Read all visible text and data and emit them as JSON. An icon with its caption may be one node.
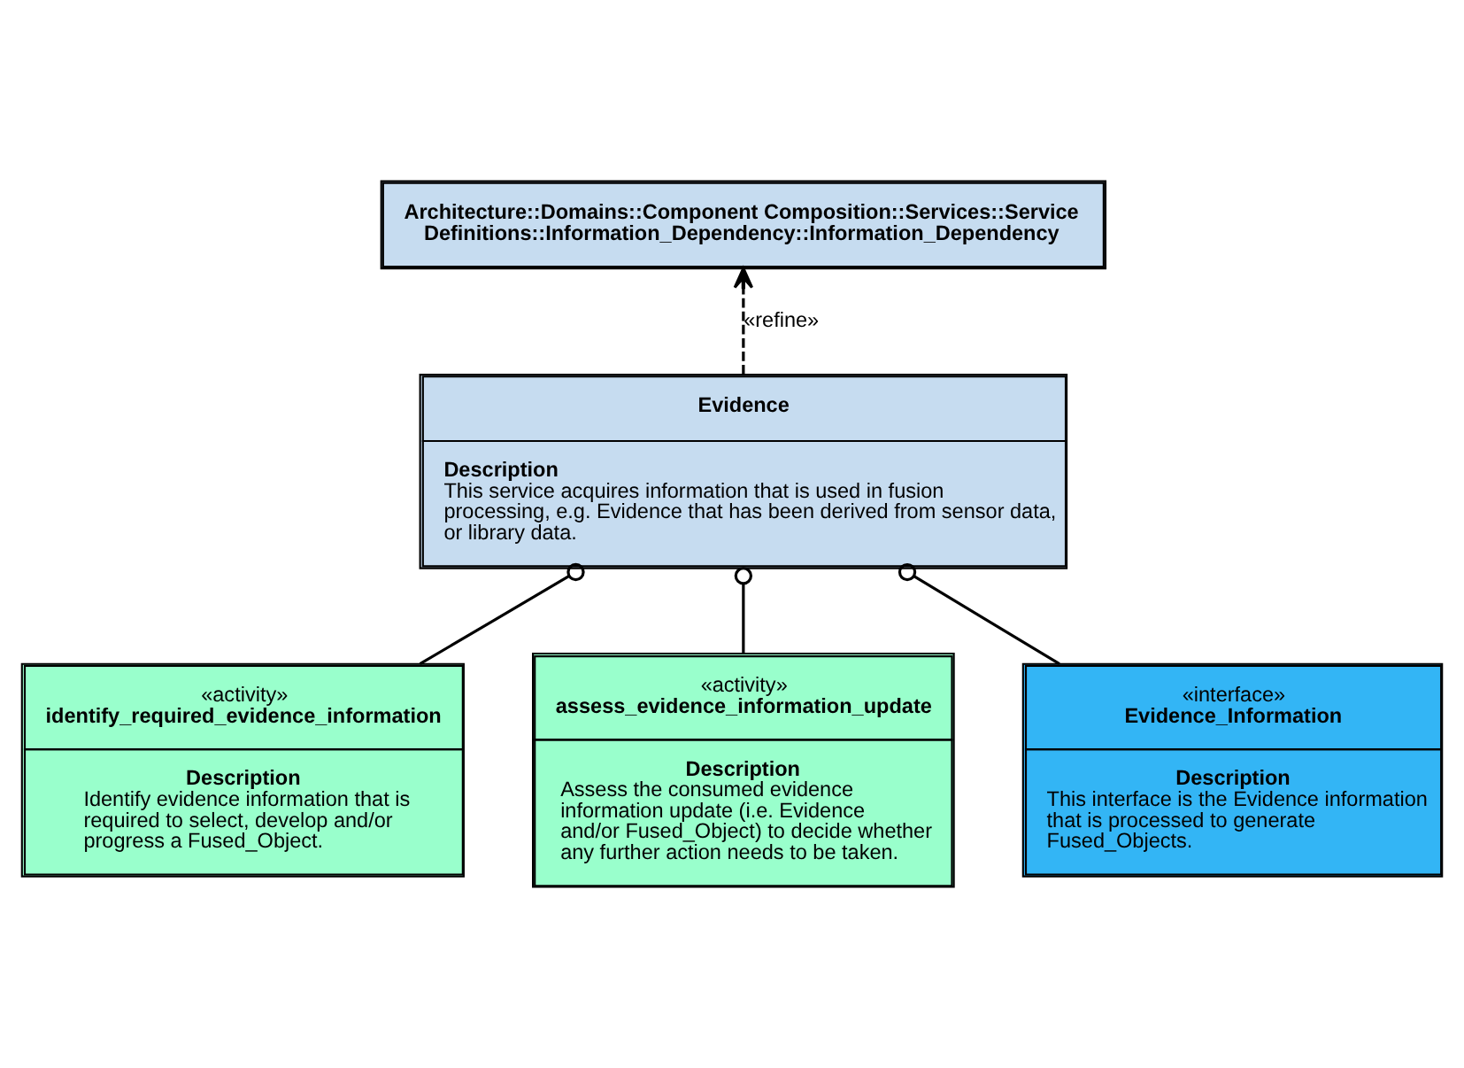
{
  "diagram": {
    "nodes": [
      {
        "text": [
          "Architecture::Domains::Component Composition::Services::Service Definitions::Information_Dependency::Information_Dependency"
        ]
      },
      {
        "text": [
          "Evidence",
          "Description",
          "This service acquires information that is used in fusion processing, e.g. Evidence that has been derived from sensor data, or library data."
        ]
      },
      {
        "text": [
          "«activity»",
          "identify_required_evidence_information",
          "Description",
          "Identify evidence information that is required to select, develop and/or progress a Fused_Object."
        ]
      },
      {
        "text": [
          "«activity»",
          "assess_evidence_information_update",
          "Description",
          "Assess the consumed evidence information update (i.e. Evidence and/or Fused_Object) to decide whether any further action needs to be taken."
        ]
      },
      {
        "text": [
          "«interface»",
          "Evidence_Information",
          "Description",
          "This interface is the Evidence information that is processed to generate Fused_Objects."
        ]
      }
    ],
    "edges": [
      {
        "from": 1,
        "to": 0,
        "arrow": "to",
        "style": "dashed",
        "label": "«refine»"
      },
      {
        "from": 2,
        "to": 1,
        "arrow": "other"
      },
      {
        "from": 3,
        "to": 1,
        "arrow": "other"
      },
      {
        "from": 4,
        "to": 1,
        "arrow": "other"
      }
    ]
  }
}
